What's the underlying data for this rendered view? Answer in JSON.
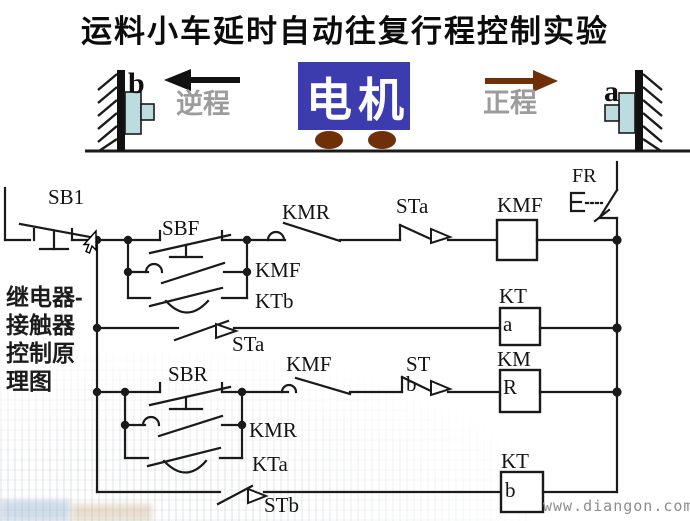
{
  "title": "运料小车延时自动往复行程控制实验",
  "watermark": "www.diangon.com",
  "colors": {
    "motor_blue": "#3c3caf",
    "brown": "#6f3009",
    "direction_gray": "#9c9c9c",
    "bumper_blue": "#bcdce0"
  },
  "cart_diagram": {
    "left_limit_label": "b",
    "right_limit_label": "a",
    "reverse_label": "逆程",
    "forward_label": "正程",
    "motor_label": "电机"
  },
  "circuit": {
    "caption_lines": [
      "继电器-",
      "接触器",
      "控制原",
      "理图"
    ],
    "rung1": {
      "sb1": "SB1",
      "sbf": "SBF",
      "kmr_interlock": "KMR",
      "sta_limit": "STa",
      "kmf_coil": "KMF",
      "fr": "FR"
    },
    "rung1_branches": {
      "kmf_seal": "KMF",
      "ktb_delay": "KTb"
    },
    "rung2": {
      "sta_trigger": "STa",
      "kta_coil_top": "KT",
      "kta_coil_sub": "a"
    },
    "rung3": {
      "sbr": "SBR",
      "kmf_interlock": "KMF",
      "stb_limit_top": "ST",
      "stb_limit_sub": "b",
      "kmr_coil_top": "KM",
      "kmr_coil_sub": "R"
    },
    "rung3_branches": {
      "kmr_seal": "KMR",
      "kta_delay": "KTa"
    },
    "rung4": {
      "stb_trigger": "STb",
      "ktb_coil_top": "KT",
      "ktb_coil_sub": "b"
    }
  }
}
